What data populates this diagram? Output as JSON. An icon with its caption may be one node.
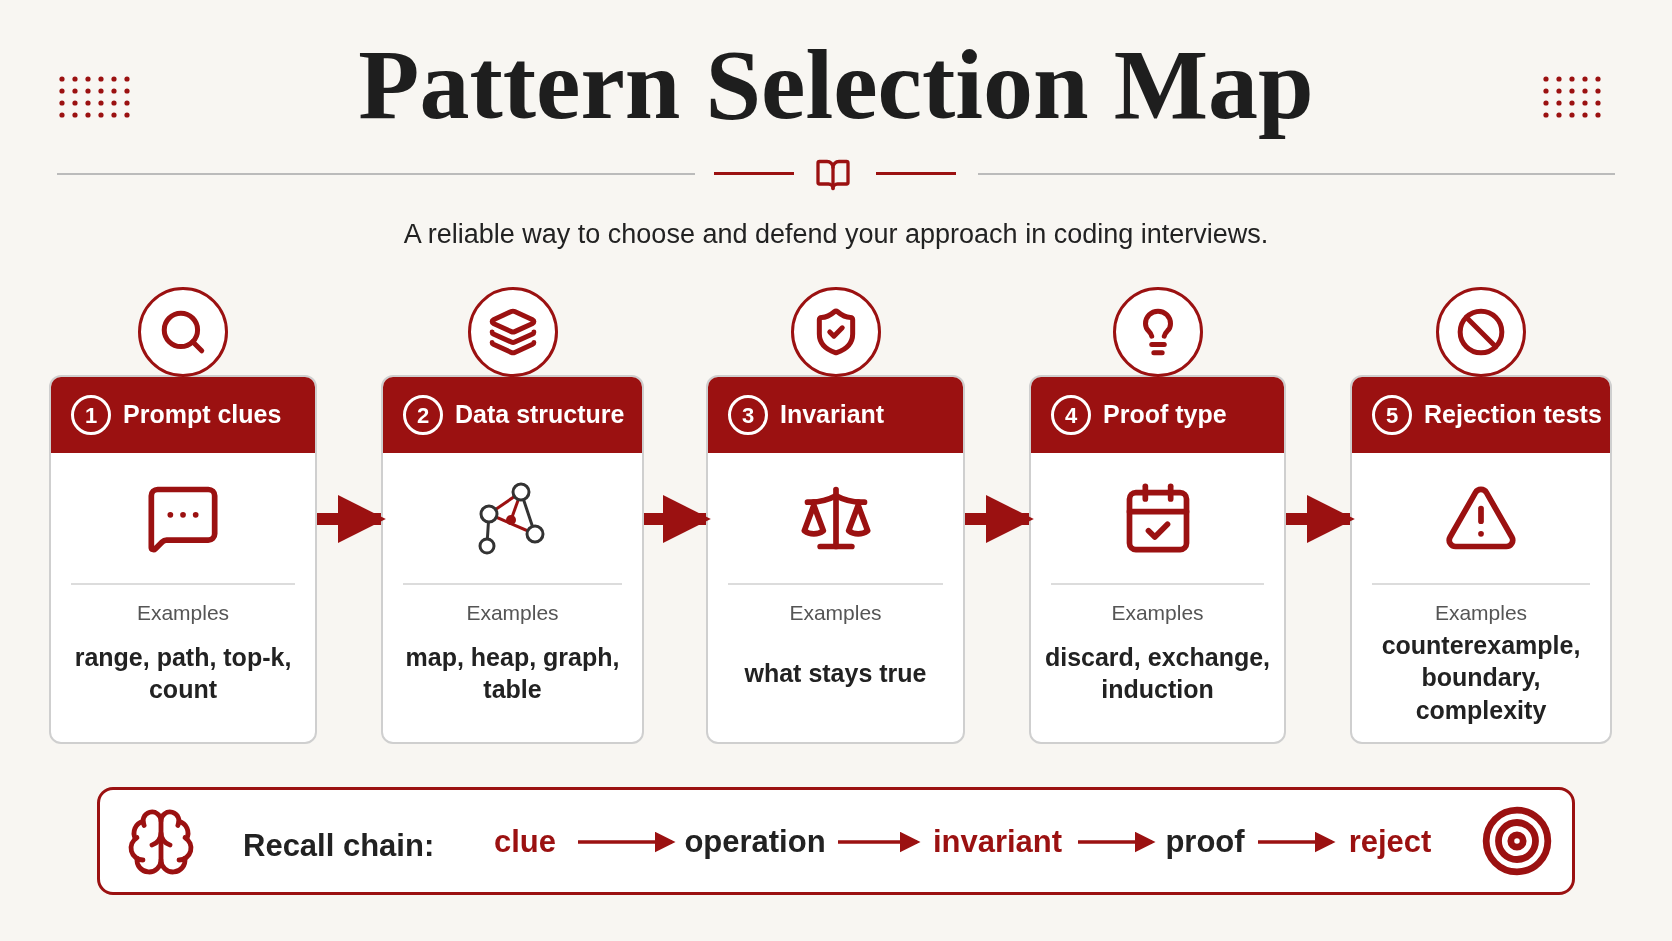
{
  "diagram": {
    "title": "Pattern Selection Map",
    "nodes": [
      {
        "text": [
          "1",
          "Prompt clues",
          "Examples",
          "range, path, top-k, count"
        ]
      },
      {
        "text": [
          "2",
          "Data structure",
          "Examples",
          "map, heap, graph, table"
        ]
      },
      {
        "text": [
          "3",
          "Invariant",
          "Examples",
          "what stays true"
        ]
      },
      {
        "text": [
          "4",
          "Proof type",
          "Examples",
          "discard, exchange, induction"
        ]
      },
      {
        "text": [
          "5",
          "Rejection tests",
          "Examples",
          "counterexample, boundary, complexity"
        ]
      },
      {
        "text": [
          "Recall chain:"
        ]
      },
      {
        "text": [
          "clue"
        ],
        "in": 5
      },
      {
        "text": [
          "operation"
        ],
        "in": 5
      },
      {
        "text": [
          "invariant"
        ],
        "in": 5
      },
      {
        "text": [
          "proof"
        ],
        "in": 5
      },
      {
        "text": [
          "reject"
        ],
        "in": 5
      }
    ],
    "edges": [
      {
        "from": 0,
        "to": 1,
        "arrow": "to",
        "style": "thick"
      },
      {
        "from": 1,
        "to": 2,
        "arrow": "to",
        "style": "thick"
      },
      {
        "from": 2,
        "to": 3,
        "arrow": "to",
        "style": "thick"
      },
      {
        "from": 3,
        "to": 4,
        "arrow": "to",
        "style": "thick"
      },
      {
        "from": 6,
        "to": 7,
        "arrow": "to"
      },
      {
        "from": 7,
        "to": 8,
        "arrow": "to"
      },
      {
        "from": 8,
        "to": 9,
        "arrow": "to"
      },
      {
        "from": 9,
        "to": 10,
        "arrow": "to"
      }
    ],
    "labels": [
      "A reliable way to choose and defend your approach in coding interviews."
    ]
  }
}
